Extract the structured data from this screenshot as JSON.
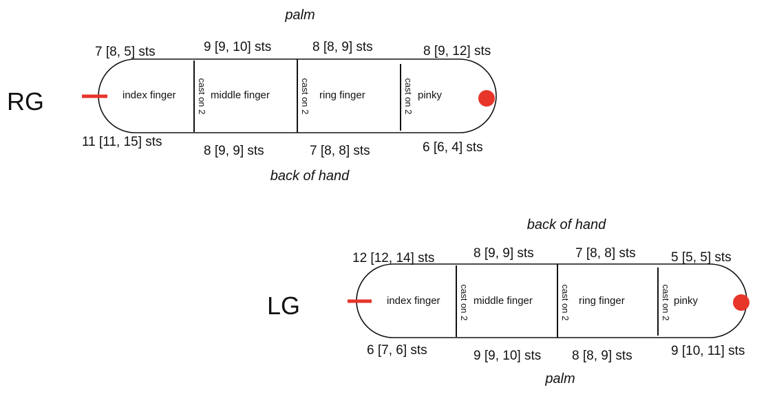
{
  "colors": {
    "marker": "#e8352a",
    "outline": "#111111"
  },
  "right_glove": {
    "label": "RG",
    "top_side": "palm",
    "bottom_side": "back of hand",
    "fingers": [
      "index finger",
      "middle finger",
      "ring finger",
      "pinky"
    ],
    "cast_on": [
      "cast on 2",
      "cast on 2",
      "cast on 2"
    ],
    "top_counts": [
      "7 [8, 5] sts",
      "9 [9, 10] sts",
      "8 [8, 9] sts",
      "8 [9, 12] sts"
    ],
    "bottom_counts": [
      "11 [11, 15] sts",
      "8 [9, 9] sts",
      "7 [8, 8] sts",
      "6 [6, 4] sts"
    ]
  },
  "left_glove": {
    "label": "LG",
    "top_side": "back of hand",
    "bottom_side": "palm",
    "fingers": [
      "index finger",
      "middle finger",
      "ring finger",
      "pinky"
    ],
    "cast_on": [
      "cast on 2",
      "cast on 2",
      "cast on 2"
    ],
    "top_counts": [
      "12 [12, 14] sts",
      "8 [9, 9] sts",
      "7 [8, 8] sts",
      "5 [5, 5] sts"
    ],
    "bottom_counts": [
      "6 [7, 6] sts",
      "9 [9, 10] sts",
      "8 [8, 9] sts",
      "9 [10, 11] sts"
    ]
  }
}
